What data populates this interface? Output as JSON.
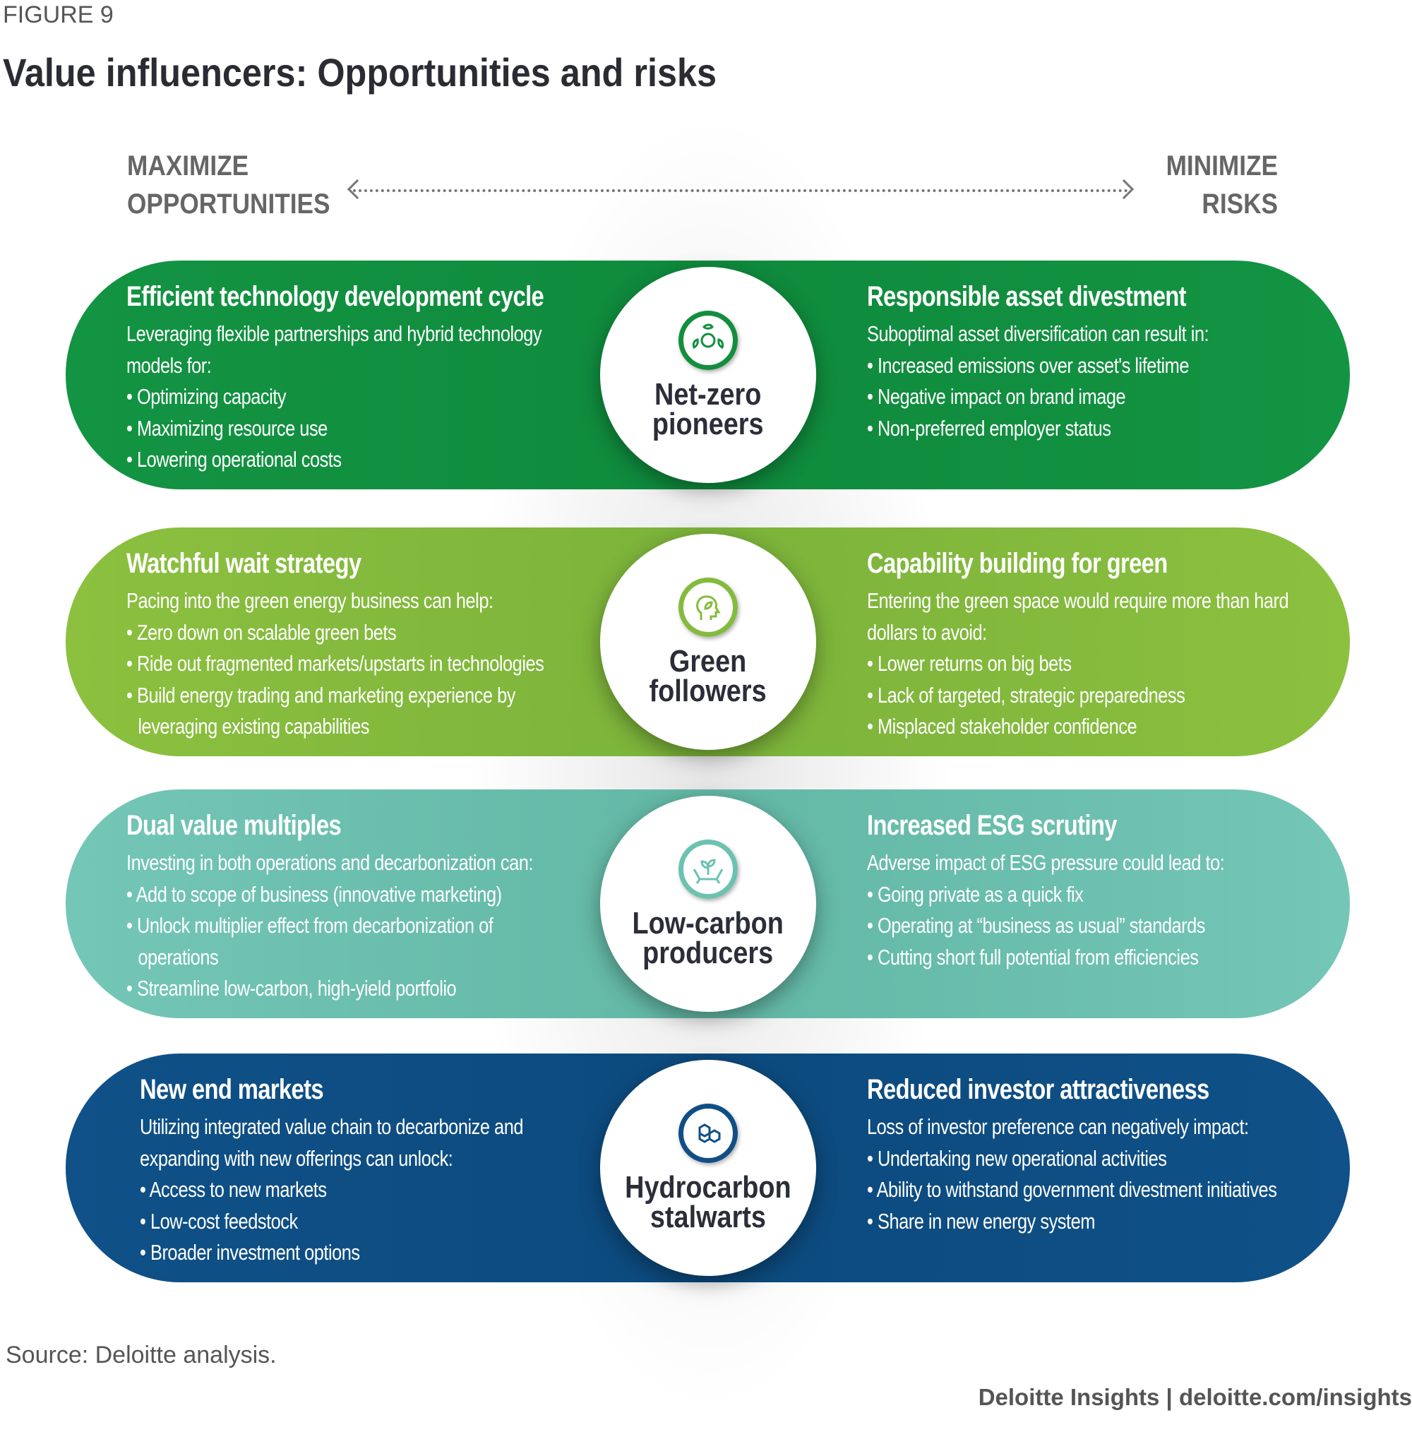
{
  "figure_label": "FIGURE 9",
  "title": "Value influencers: Opportunities and risks",
  "axis": {
    "left": [
      "MAXIMIZE",
      "OPPORTUNITIES"
    ],
    "right": [
      "MINIMIZE",
      "RISKS"
    ]
  },
  "colors": {
    "net_zero": "#138e3e",
    "green": "#84bb3e",
    "low_carbon": "#6cc2b1",
    "hydrocarbon": "#0f4f86"
  },
  "rows": [
    {
      "name": "Net-zero pioneers",
      "icon": "recycle-globe-icon",
      "left": {
        "heading": "Efficient technology development cycle",
        "intro": "Leveraging flexible partnerships and hybrid technology models for:",
        "bullets": [
          "Optimizing capacity",
          "Maximizing resource use",
          "Lowering operational costs"
        ]
      },
      "right": {
        "heading": "Responsible asset divestment",
        "intro": "Suboptimal asset diversification can result in:",
        "bullets": [
          "Increased emissions over asset's lifetime",
          "Negative impact on brand image",
          "Non-preferred employer status"
        ]
      }
    },
    {
      "name": "Green followers",
      "icon": "head-leaf-icon",
      "left": {
        "heading": "Watchful wait strategy",
        "intro": "Pacing into the green energy business can help:",
        "bullets": [
          "Zero down on scalable green bets",
          "Ride out fragmented markets/upstarts in technologies",
          "Build energy trading and marketing experience by leveraging existing capabilities"
        ]
      },
      "right": {
        "heading": "Capability building for green",
        "intro": "Entering the green space would require more than hard dollars to avoid:",
        "bullets": [
          "Lower returns on big bets",
          "Lack of targeted, strategic preparedness",
          "Misplaced stakeholder confidence"
        ]
      }
    },
    {
      "name": "Low-carbon producers",
      "icon": "hands-sprout-icon",
      "left": {
        "heading": "Dual value multiples",
        "intro": "Investing in both operations and decarbonization can:",
        "bullets": [
          "Add to scope of business (innovative marketing)",
          "Unlock multiplier effect from decarbonization of operations",
          "Streamline low-carbon, high-yield portfolio"
        ]
      },
      "right": {
        "heading": "Increased ESG scrutiny",
        "intro": "Adverse impact of ESG pressure could lead to:",
        "bullets": [
          "Going private as a quick fix",
          "Operating at “business as usual” standards",
          "Cutting short full potential from efficiencies"
        ]
      }
    },
    {
      "name": "Hydrocarbon stalwarts",
      "icon": "hexagon-molecule-icon",
      "left": {
        "heading": "New end markets",
        "intro": "Utilizing integrated value chain to decarbonize and expanding with new offerings can unlock:",
        "bullets": [
          "Access to new markets",
          "Low-cost feedstock",
          "Broader investment options"
        ]
      },
      "right": {
        "heading": "Reduced investor attractiveness",
        "intro": "Loss of investor preference can negatively impact:",
        "bullets": [
          "Undertaking new operational activities",
          "Ability to withstand government divestment initiatives",
          "Share in new energy system"
        ]
      }
    }
  ],
  "source": "Source: Deloitte analysis.",
  "brand": "Deloitte Insights | deloitte.com/insights"
}
